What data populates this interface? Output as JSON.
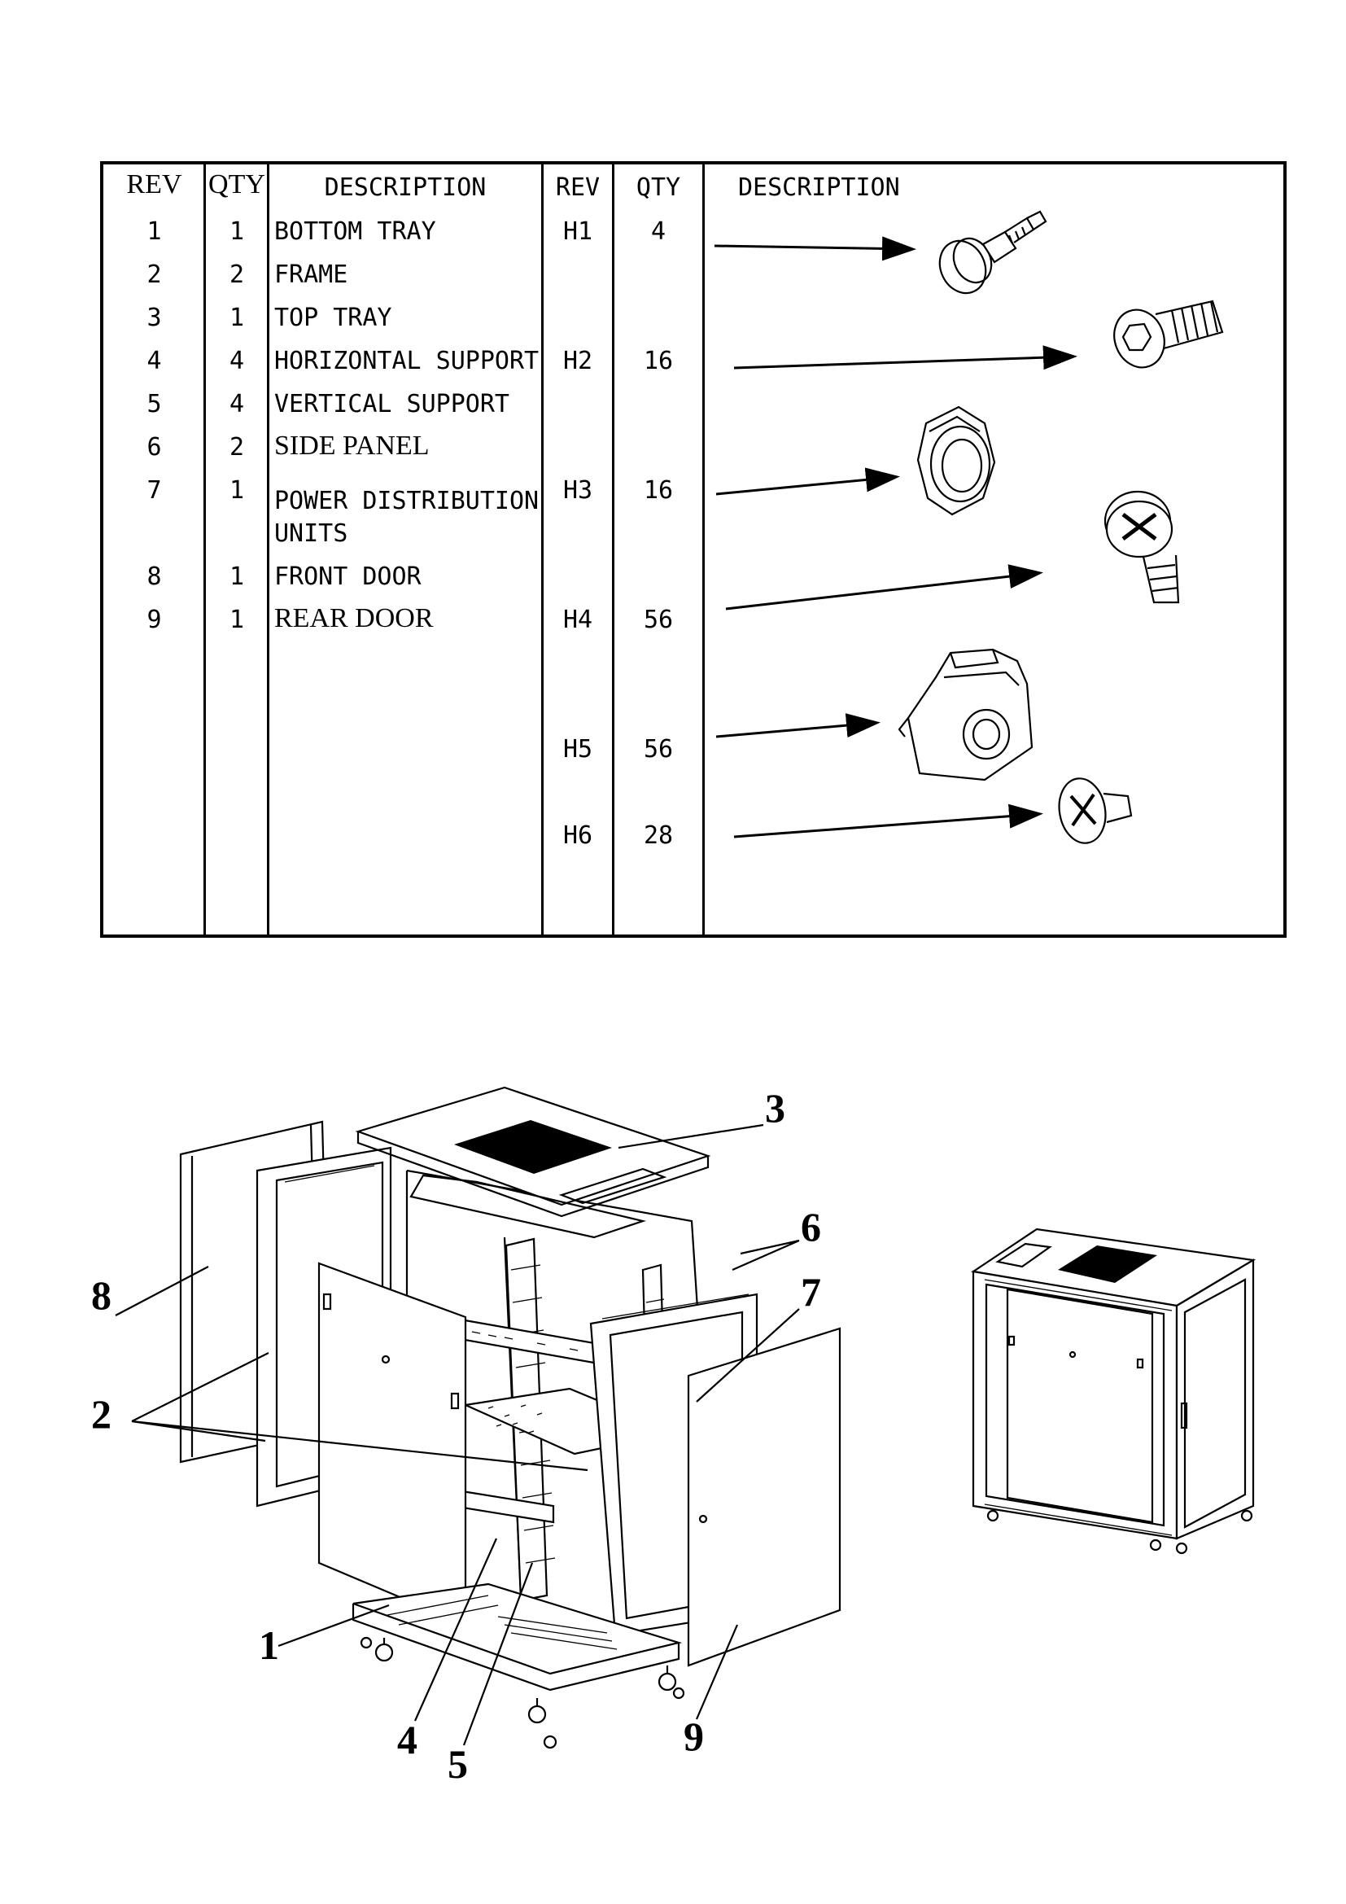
{
  "table": {
    "headers": {
      "left_rev": "REV",
      "left_qty": "QTY",
      "left_desc": "DESCRIPTION",
      "right_rev": "REV",
      "right_qty": "QTY",
      "right_desc": "DESCRIPTION"
    },
    "parts": [
      {
        "rev": "1",
        "qty": "1",
        "desc": "BOTTOM TRAY"
      },
      {
        "rev": "2",
        "qty": "2",
        "desc": "FRAME"
      },
      {
        "rev": "3",
        "qty": "1",
        "desc": "TOP TRAY"
      },
      {
        "rev": "4",
        "qty": "4",
        "desc": "HORIZONTAL SUPPORT"
      },
      {
        "rev": "5",
        "qty": "4",
        "desc": "VERTICAL SUPPORT"
      },
      {
        "rev": "6",
        "qty": "2",
        "desc": "SIDE PANEL"
      },
      {
        "rev": "7",
        "qty": "1",
        "desc": "POWER DISTRIBUTION\nUNITS"
      },
      {
        "rev": "8",
        "qty": "1",
        "desc": "FRONT DOOR"
      },
      {
        "rev": "9",
        "qty": "1",
        "desc": "REAR DOOR"
      }
    ],
    "hardware": [
      {
        "rev": "H1",
        "qty": "4",
        "icon": "ball-stud-icon"
      },
      {
        "rev": "H2",
        "qty": "16",
        "icon": "hex-socket-screw-icon"
      },
      {
        "rev": "H3",
        "qty": "16",
        "icon": "flange-nut-icon"
      },
      {
        "rev": "H4",
        "qty": "56",
        "icon": "phillips-screw-icon"
      },
      {
        "rev": "H5",
        "qty": "56",
        "icon": "cage-nut-icon"
      },
      {
        "rev": "H6",
        "qty": "28",
        "icon": "phillips-pan-screw-icon"
      }
    ]
  },
  "diagram": {
    "callouts": [
      "1",
      "2",
      "3",
      "4",
      "5",
      "6",
      "7",
      "8",
      "9"
    ]
  },
  "colors": {
    "line": "#000000",
    "background": "#ffffff"
  }
}
